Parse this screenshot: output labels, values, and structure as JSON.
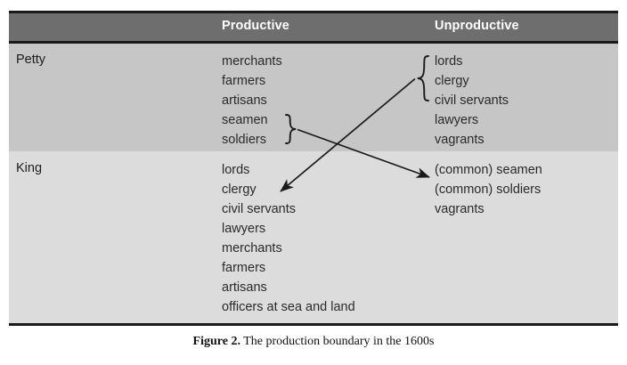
{
  "figure": {
    "caption_label": "Figure 2.",
    "caption_text": " The production boundary in the 1600s"
  },
  "table": {
    "columns": {
      "category_header": "",
      "productive_header": "Productive",
      "unproductive_header": "Unproductive"
    },
    "rows": [
      {
        "category": "Petty",
        "productive": [
          "merchants",
          "farmers",
          "artisans",
          "seamen",
          "soldiers"
        ],
        "unproductive": [
          "lords",
          "clergy",
          "civil servants",
          "lawyers",
          "vagrants"
        ]
      },
      {
        "category": "King",
        "productive": [
          "lords",
          "clergy",
          "civil servants",
          "lawyers",
          "merchants",
          "farmers",
          "artisans",
          "officers at sea and land"
        ],
        "unproductive": [
          "(common) seamen",
          "(common) soldiers",
          "vagrants"
        ]
      }
    ]
  },
  "annotations": {
    "brace_petty_productive": "right-curly-brace grouping seamen and soldiers",
    "brace_petty_unproductive": "left-curly-brace grouping lords, clergy, civil servants, lawyers",
    "arrow_seamen_soldiers_to_common": "arrow from Petty productive seamen/soldiers to King unproductive (common) seamen/soldiers",
    "arrow_elites_to_king_productive": "arrow from Petty unproductive lords/clergy/civil servants/lawyers to King productive list"
  },
  "colors": {
    "header_band": "#6e6e6e",
    "row_petty": "#c6c6c6",
    "row_king": "#dcdcdc",
    "rule": "#1a1a1a",
    "header_text": "#ffffff",
    "body_text": "#2a2a2a",
    "ink": "#1a1a1a"
  }
}
